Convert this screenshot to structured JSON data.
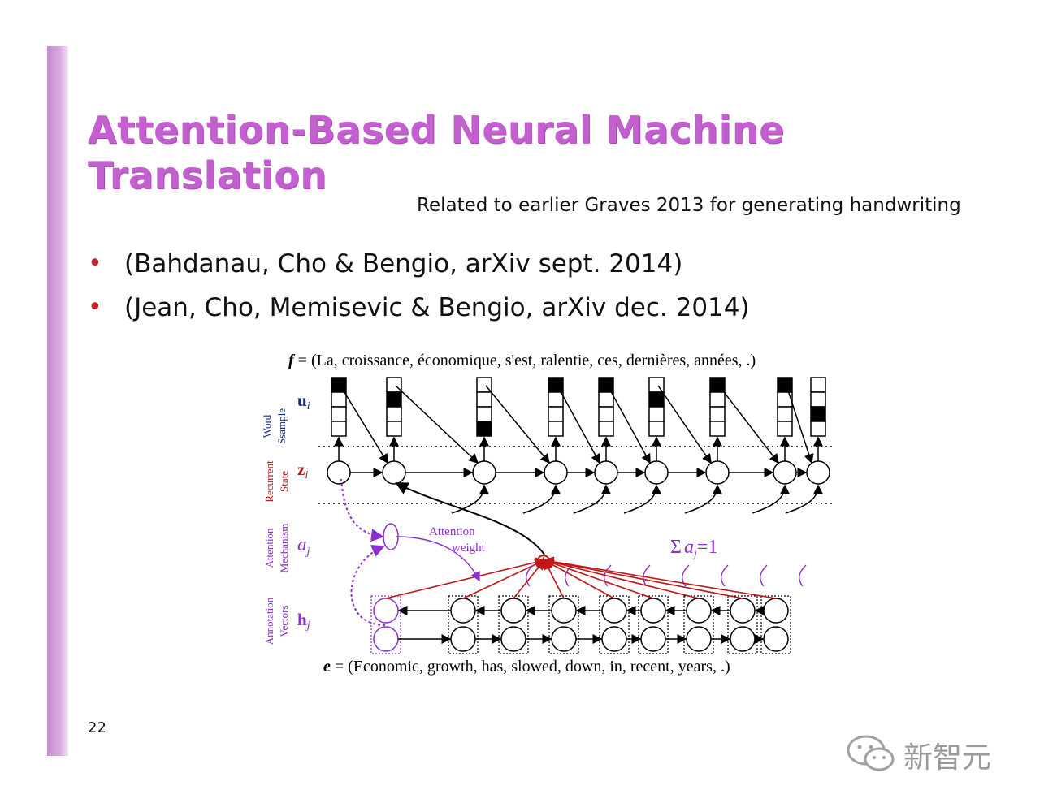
{
  "slide": {
    "title_lines": [
      "Attention-Based Neural Machine",
      "Translation"
    ],
    "subtitle": "Related to earlier Graves 2013 for generating handwriting",
    "bullets": [
      "(Bahdanau, Cho & Bengio, arXiv sept. 2014)",
      "(Jean, Cho, Memisevic & Bengio, arXiv dec. 2014)"
    ],
    "page_number": "22"
  },
  "diagram": {
    "target_prefix": "f",
    "target_text": " = (La, croissance, économique, s'est, ralentie, ces, dernières, années, .)",
    "source_prefix": "e",
    "source_text": " = (Economic, growth, has, slowed, down, in, recent, years, .)",
    "row_labels": {
      "word_sample": [
        "Word",
        "Ssample"
      ],
      "recurrent_state": [
        "Recurrent",
        "State"
      ],
      "attention_mechanism": [
        "Attention",
        "Mechanism"
      ],
      "annotation_vectors": [
        "Annotation",
        "Vectors"
      ]
    },
    "symbols": {
      "u": "u",
      "u_sub": "i",
      "z": "z",
      "z_sub": "i",
      "a": "a",
      "a_sub": "j",
      "h": "h",
      "h_sub": "j"
    },
    "attention_weight_label": [
      "Attention",
      "weight"
    ],
    "sum_label": "Σ",
    "sum_a": "a",
    "sum_sub": "j",
    "sum_eq": "=1",
    "plus_symbol": "⊕",
    "onehot_filled_index": [
      0,
      1,
      3,
      0,
      0,
      1,
      0,
      0,
      2
    ],
    "colors": {
      "title": "#c35fcf",
      "blue": "#1a2a8c",
      "red": "#b02020",
      "purple": "#8a2ecc",
      "attention_red": "#c01818",
      "bullet": "#c0262c"
    }
  },
  "watermark": {
    "text": "新智元",
    "icon": "wechat-icon"
  }
}
